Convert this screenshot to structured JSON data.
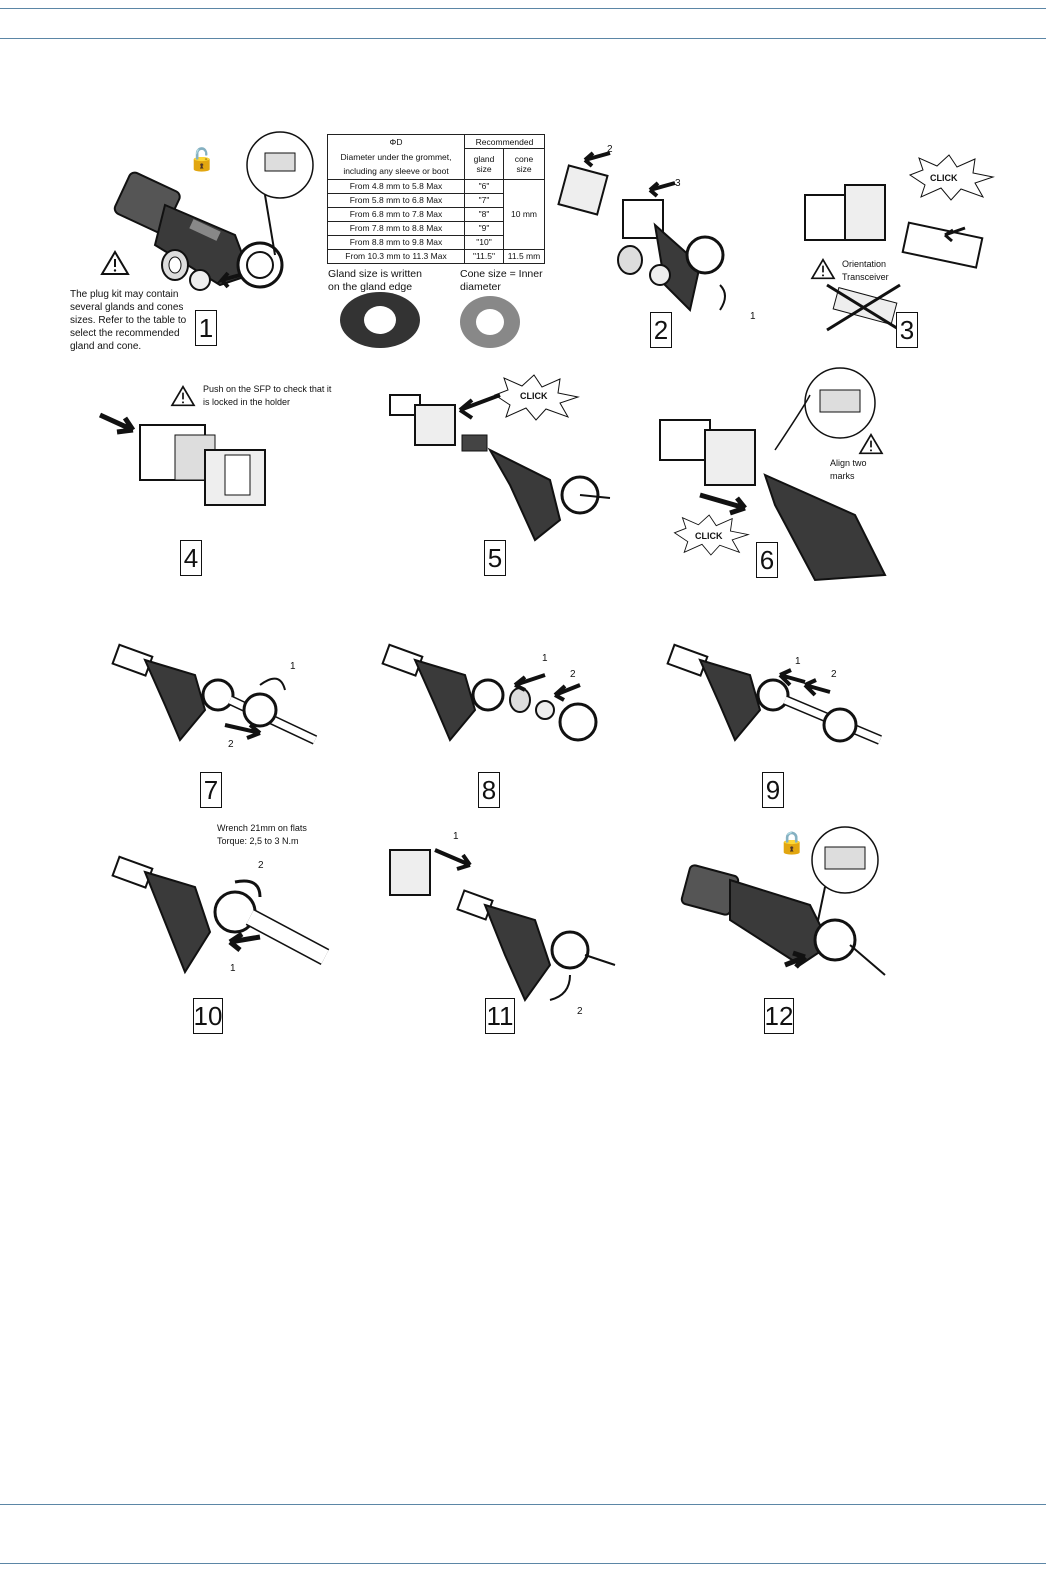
{
  "steps": {
    "s1": "1",
    "s2": "2",
    "s3": "3",
    "s4": "4",
    "s5": "5",
    "s6": "6",
    "s7": "7",
    "s8": "8",
    "s9": "9",
    "s10": "10",
    "s11": "11",
    "s12": "12"
  },
  "notes": {
    "step1_plug_kit": "The plug kit may contain several glands and cones sizes. Refer to the table to select the recommended gland and cone.",
    "gland_size_caption": "Gland size is written on the gland edge",
    "cone_size_caption": "Cone size = Inner diameter",
    "orientation": "Orientation Transceiver",
    "push_sfp": "Push on the SFP to check that it is locked in the holder",
    "align_marks": "Align two marks",
    "wrench": "Wrench 21mm on flats",
    "torque": "Torque: 2,5 to 3 N.m",
    "click": "CLICK"
  },
  "arrow_labels": {
    "one": "1",
    "two": "2",
    "three": "3"
  },
  "gland_table": {
    "col1_header": "ΦD",
    "col1_subheader": "Diameter under the grommet, including any sleeve or boot",
    "col2_header": "Recommended",
    "col2a": "gland size",
    "col2b": "cone size",
    "rows": [
      {
        "range": "From 4.8 mm to 5.8 Max",
        "gland": "\"6\""
      },
      {
        "range": "From 5.8 mm to 6.8 Max",
        "gland": "\"7\""
      },
      {
        "range": "From 6.8 mm to 7.8 Max",
        "gland": "\"8\""
      },
      {
        "range": "From 7.8 mm to 8.8 Max",
        "gland": "\"9\""
      },
      {
        "range": "From 8.8 mm to 9.8 Max",
        "gland": "\"10\""
      },
      {
        "range": "From 10.3 mm to 11.3 Max",
        "gland": "\"11.5\""
      }
    ],
    "cone_merged": "10 mm",
    "cone_last": "11.5 mm"
  }
}
